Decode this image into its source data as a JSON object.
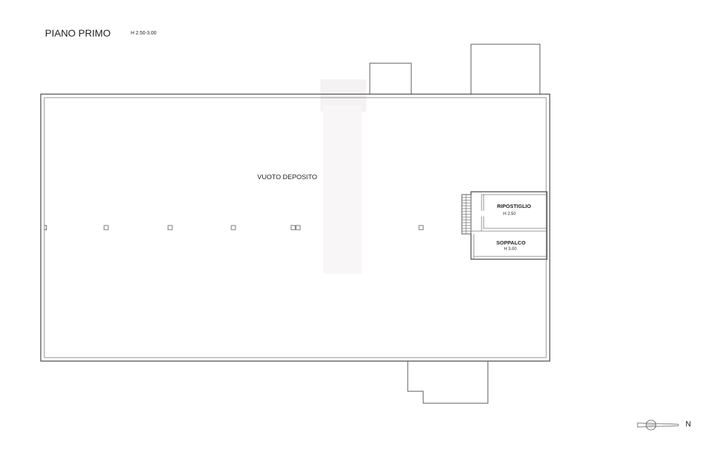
{
  "header": {
    "title": "PIANO PRIMO",
    "height_note": "H 2.50-3.00"
  },
  "rooms": {
    "main": {
      "label": "VUOTO DEPOSITO"
    },
    "ripostiglio": {
      "label": "RIPOSTIGLIO",
      "height": "H 2.50"
    },
    "soppalco": {
      "label": "SOPPALCO",
      "height": "H 3.00"
    }
  },
  "compass": {
    "label": "N"
  }
}
